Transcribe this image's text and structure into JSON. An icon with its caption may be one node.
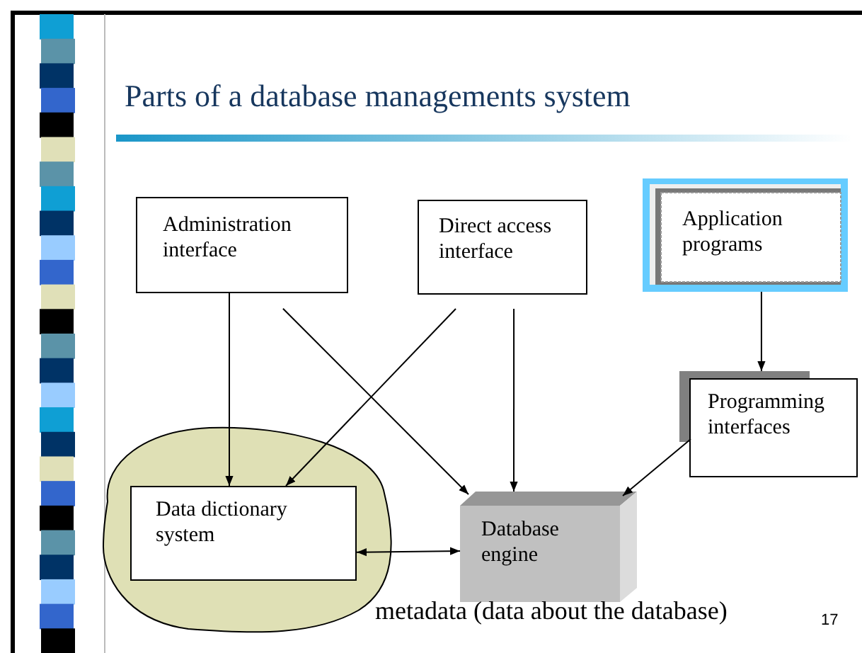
{
  "diagram": {
    "title": "Parts of a database managements system",
    "nodes": [
      {
        "text": [
          "Administration interface"
        ]
      },
      {
        "text": [
          "Direct access interface"
        ]
      },
      {
        "text": [
          "Application programs"
        ]
      },
      {
        "text": [
          "Programming interfaces"
        ]
      },
      {
        "text": [],
        "shape": "cloud",
        "beside": [
          "metadata (data about the database)"
        ]
      },
      {
        "text": [
          "Data dictionary system"
        ],
        "in": 4
      },
      {
        "text": [
          "Database engine"
        ]
      }
    ],
    "edges": [
      {
        "from": 0,
        "to": 5,
        "arrow": "to"
      },
      {
        "from": 0,
        "to": 6,
        "arrow": "to"
      },
      {
        "from": 1,
        "to": 5,
        "arrow": "to"
      },
      {
        "from": 1,
        "to": 6,
        "arrow": "to"
      },
      {
        "from": 2,
        "to": 3,
        "arrow": "to"
      },
      {
        "from": 3,
        "to": 6,
        "arrow": "to"
      },
      {
        "from": 5,
        "to": 6,
        "arrow": "both"
      }
    ],
    "labels": [
      "17"
    ]
  }
}
